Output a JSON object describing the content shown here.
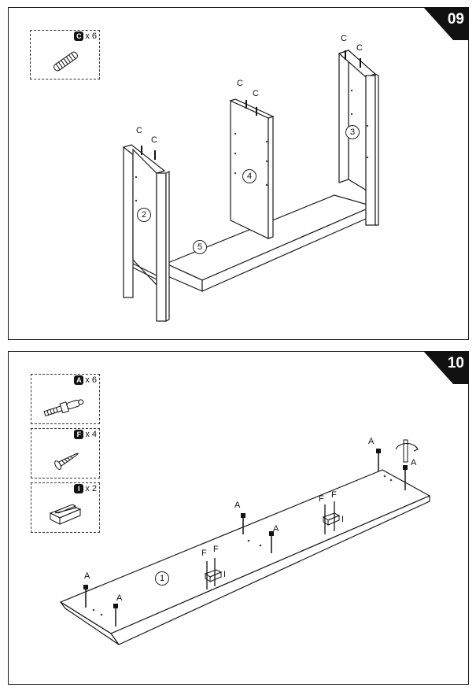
{
  "step9": {
    "number": "09",
    "hardware": {
      "letter": "C",
      "qty": "x 6",
      "icon": "wooden-dowel-icon"
    },
    "screw_labels": [
      "C",
      "C",
      "C",
      "C",
      "C",
      "C"
    ],
    "part_labels": [
      "2",
      "4",
      "3",
      "5"
    ]
  },
  "step10": {
    "number": "10",
    "hardware": [
      {
        "letter": "A",
        "qty": "x 6",
        "icon": "cam-bolt-icon"
      },
      {
        "letter": "F",
        "qty": "x 4",
        "icon": "wood-screw-icon"
      },
      {
        "letter": "I",
        "qty": "x 2",
        "icon": "magnetic-catch-icon"
      }
    ],
    "labels_A": [
      "A",
      "A",
      "A",
      "A",
      "A",
      "A"
    ],
    "labels_F": [
      "F",
      "F",
      "F",
      "F"
    ],
    "labels_I": [
      "I",
      "I"
    ],
    "part_label": "1"
  },
  "colors": {
    "ink": "#1a1a1a",
    "tab": "#111111",
    "hole": "#444444"
  }
}
